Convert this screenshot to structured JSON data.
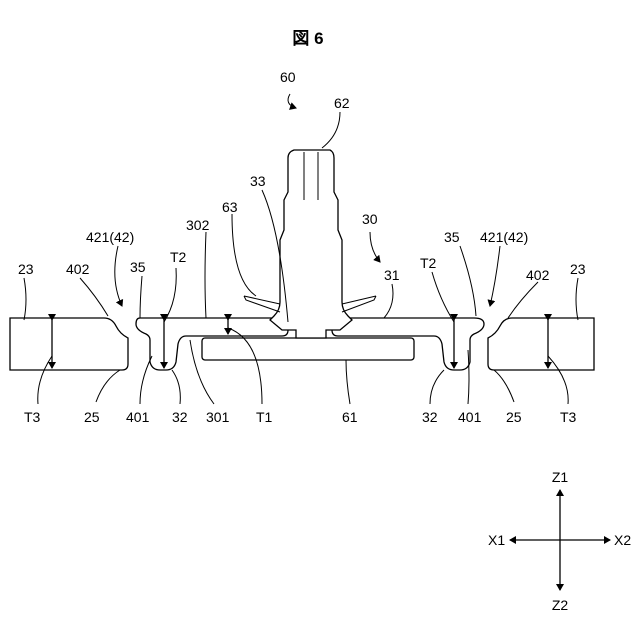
{
  "figure": {
    "title": "図 6"
  },
  "labels": {
    "l60": "60",
    "l62": "62",
    "l33": "33",
    "l63": "63",
    "l30": "30",
    "l302": "302",
    "l421_left": "421(42)",
    "l421_right": "421(42)",
    "l35_left": "35",
    "l35_right": "35",
    "lT2_left": "T2",
    "lT2_right": "T2",
    "l31": "31",
    "l23_left": "23",
    "l23_right": "23",
    "l402_left": "402",
    "l402_right": "402",
    "lT3_left": "T3",
    "lT3_right": "T3",
    "l25_left": "25",
    "l25_right": "25",
    "l401_left": "401",
    "l401_right": "401",
    "l32_left": "32",
    "l32_right": "32",
    "l301": "301",
    "lT1": "T1",
    "l61": "61"
  },
  "axes": {
    "z1": "Z1",
    "z2": "Z2",
    "x1": "X1",
    "x2": "X2"
  }
}
